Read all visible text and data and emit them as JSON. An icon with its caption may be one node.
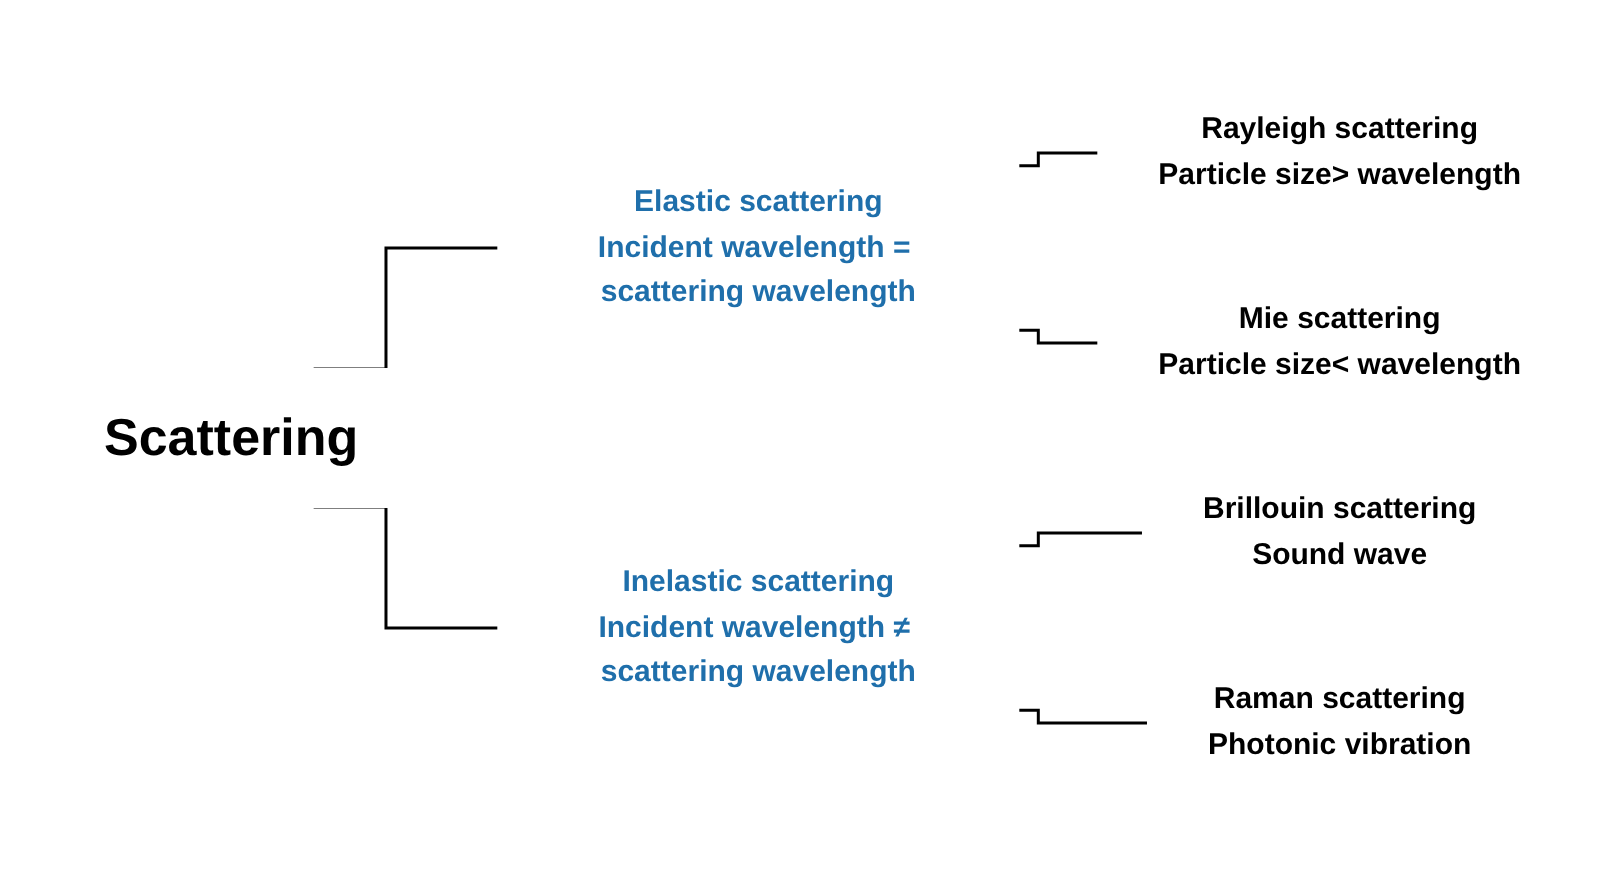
{
  "diagram": {
    "nodes": [
      {
        "text": [
          "Scattering"
        ]
      },
      {
        "text": [
          "Elastic scattering",
          "Incident wavelength = scattering wavelength"
        ]
      },
      {
        "text": [
          "Inelastic scattering",
          "Incident wavelength ≠ scattering wavelength"
        ]
      },
      {
        "text": [
          "Rayleigh scattering",
          "Particle size> wavelength"
        ]
      },
      {
        "text": [
          "Mie scattering",
          "Particle size< wavelength"
        ]
      },
      {
        "text": [
          "Brillouin scattering",
          "Sound wave"
        ]
      },
      {
        "text": [
          "Raman scattering",
          "Photonic vibration"
        ]
      }
    ],
    "edges": [
      {
        "from": 0,
        "to": 1,
        "arrow": "none"
      },
      {
        "from": 0,
        "to": 2,
        "arrow": "none"
      },
      {
        "from": 1,
        "to": 3,
        "arrow": "none"
      },
      {
        "from": 1,
        "to": 4,
        "arrow": "none"
      },
      {
        "from": 2,
        "to": 5,
        "arrow": "none"
      },
      {
        "from": 2,
        "to": 6,
        "arrow": "none"
      }
    ]
  }
}
